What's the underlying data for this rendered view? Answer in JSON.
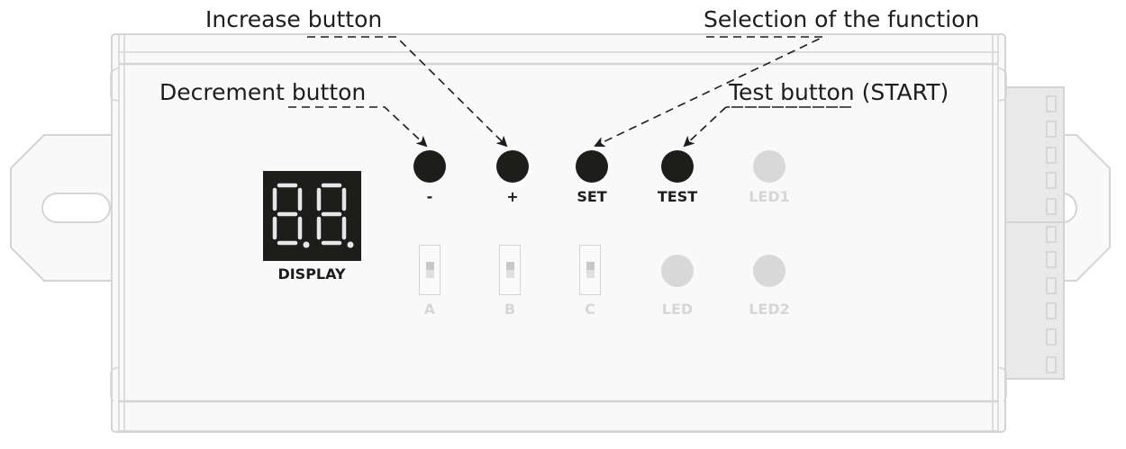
{
  "callouts": {
    "increase": "Increase button",
    "decrement": "Decrement button",
    "selection": "Selection of the function",
    "test": "Test button (START)"
  },
  "display": {
    "label": "DISPLAY",
    "digits": "8.8."
  },
  "buttons": [
    {
      "id": "decrement",
      "label": "-"
    },
    {
      "id": "increase",
      "label": "+"
    },
    {
      "id": "set",
      "label": "SET"
    },
    {
      "id": "test",
      "label": "TEST"
    }
  ],
  "leds": [
    {
      "id": "led1",
      "label": "LED1"
    },
    {
      "id": "led",
      "label": "LED"
    },
    {
      "id": "led2",
      "label": "LED2"
    }
  ],
  "dip_switches": [
    {
      "id": "a",
      "label": "A"
    },
    {
      "id": "b",
      "label": "B"
    },
    {
      "id": "c",
      "label": "C"
    }
  ],
  "colors": {
    "ink": "#1d1d1b",
    "housing_outline": "#d4d4d4",
    "housing_fill": "#f9f9f9",
    "connector_fill": "#e9e9e9",
    "inactive_led": "#d8d8d8"
  }
}
